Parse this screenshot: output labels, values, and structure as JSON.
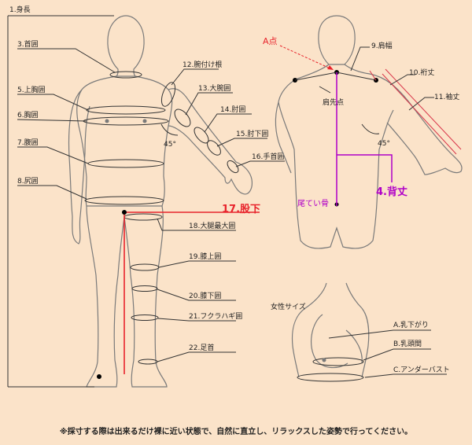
{
  "front_labels": {
    "height": "1.身長",
    "neck": "3.首囲",
    "upper_chest": "5.上胸囲",
    "chest": "6.胸囲",
    "waist": "7.腹囲",
    "hip": "8.尻囲",
    "arm_base": "12.腕付け根",
    "upper_arm": "13.大腕囲",
    "elbow": "14.肘囲",
    "below_elbow": "15.肘下囲",
    "wrist": "16.手首囲",
    "thigh": "18.大腿最大囲",
    "above_knee": "19.膝上囲",
    "below_knee": "20.膝下囲",
    "calf": "21.フクラハギ囲",
    "ankle": "22.足首",
    "front_angle": "45°"
  },
  "inseam_label": "17.股下",
  "back_labels": {
    "point_a": "A点",
    "shoulder_width": "9.肩幅",
    "yuki": "10.裄丈",
    "sleeve": "11.袖丈",
    "shoulder_tip": "肩先点",
    "back_angle": "45°",
    "tailbone": "尾てい骨",
    "back_length": "4.背丈"
  },
  "female": {
    "title": "女性サイズ",
    "sag": "A.乳下がり",
    "nipple_gap": "B.乳頭間",
    "underbust": "C.アンダーバスト"
  },
  "note": "※採寸する際は出来るだけ裸に近い状態で、自然に直立し、リラックスした姿勢で行ってください。",
  "colors": {
    "background": "#fbe3c9",
    "outline": "#7a7a7a",
    "label_line": "#333333",
    "accent_red": "#e8242c",
    "accent_purple": "#b000c8",
    "sleeve_red": "#d9364a"
  }
}
